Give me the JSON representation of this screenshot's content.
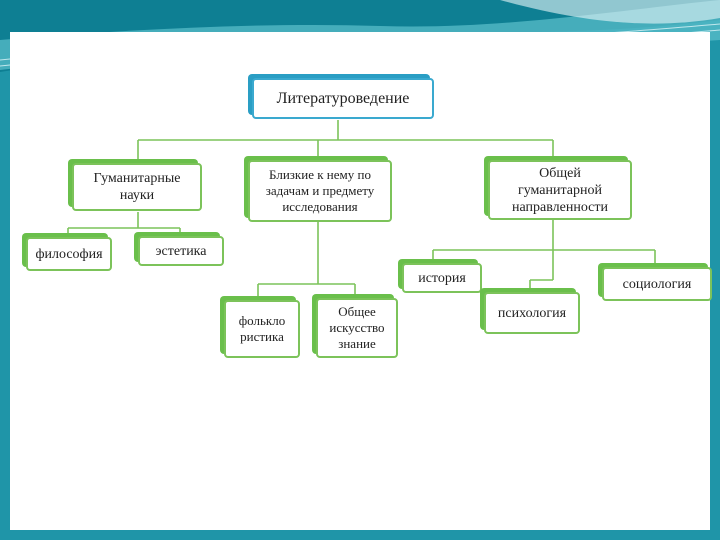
{
  "diagram": {
    "root": "Литературоведение",
    "nodes": {
      "gum": "Гуманитарные\nнауки",
      "blizk": "Близкие к нему по\nзадачам и предмету\nисследования",
      "obsh": "Общей\nгуманитарной\nнаправленности",
      "filos": "философия",
      "estet": "эстетика",
      "istor": "история",
      "sociol": "социология",
      "folk": "фолькло\nристика",
      "iskus": "Общее\nискусство\nзнание",
      "psih": "психология"
    }
  },
  "colors": {
    "accent_green": "#6abf4b",
    "accent_blue": "#2a9ec4",
    "background_teal": "#1f95a8"
  }
}
